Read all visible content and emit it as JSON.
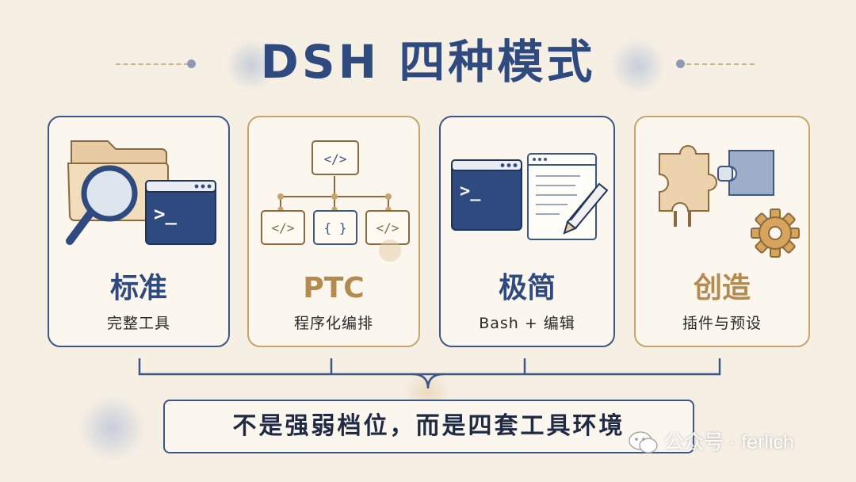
{
  "title": "DSH 四种模式",
  "cards": [
    {
      "title": "标准",
      "subtitle": "完整工具",
      "theme": "blue",
      "icons": [
        "folder-icon",
        "magnifier-icon",
        "terminal-icon"
      ]
    },
    {
      "title": "PTC",
      "subtitle": "程序化编排",
      "theme": "gold",
      "icons": [
        "code-node-icon",
        "code-node-icon",
        "braces-node-icon",
        "code-node-icon"
      ],
      "code_glyph": "</>",
      "braces_glyph": "{ }"
    },
    {
      "title": "极简",
      "subtitle": "Bash + 编辑",
      "theme": "blue",
      "icons": [
        "terminal-icon",
        "document-icon",
        "pencil-icon"
      ],
      "terminal_glyph": ">_"
    },
    {
      "title": "创造",
      "subtitle": "插件与预设",
      "theme": "gold",
      "icons": [
        "puzzle-icon",
        "puzzle-piece-icon",
        "gear-icon"
      ]
    }
  ],
  "summary": "不是强弱档位，而是四套工具环境",
  "watermark": "公众号 · ferlich",
  "colors": {
    "navy": "#2e4a7e",
    "gold": "#b48a4f",
    "background": "#f6efe4"
  }
}
